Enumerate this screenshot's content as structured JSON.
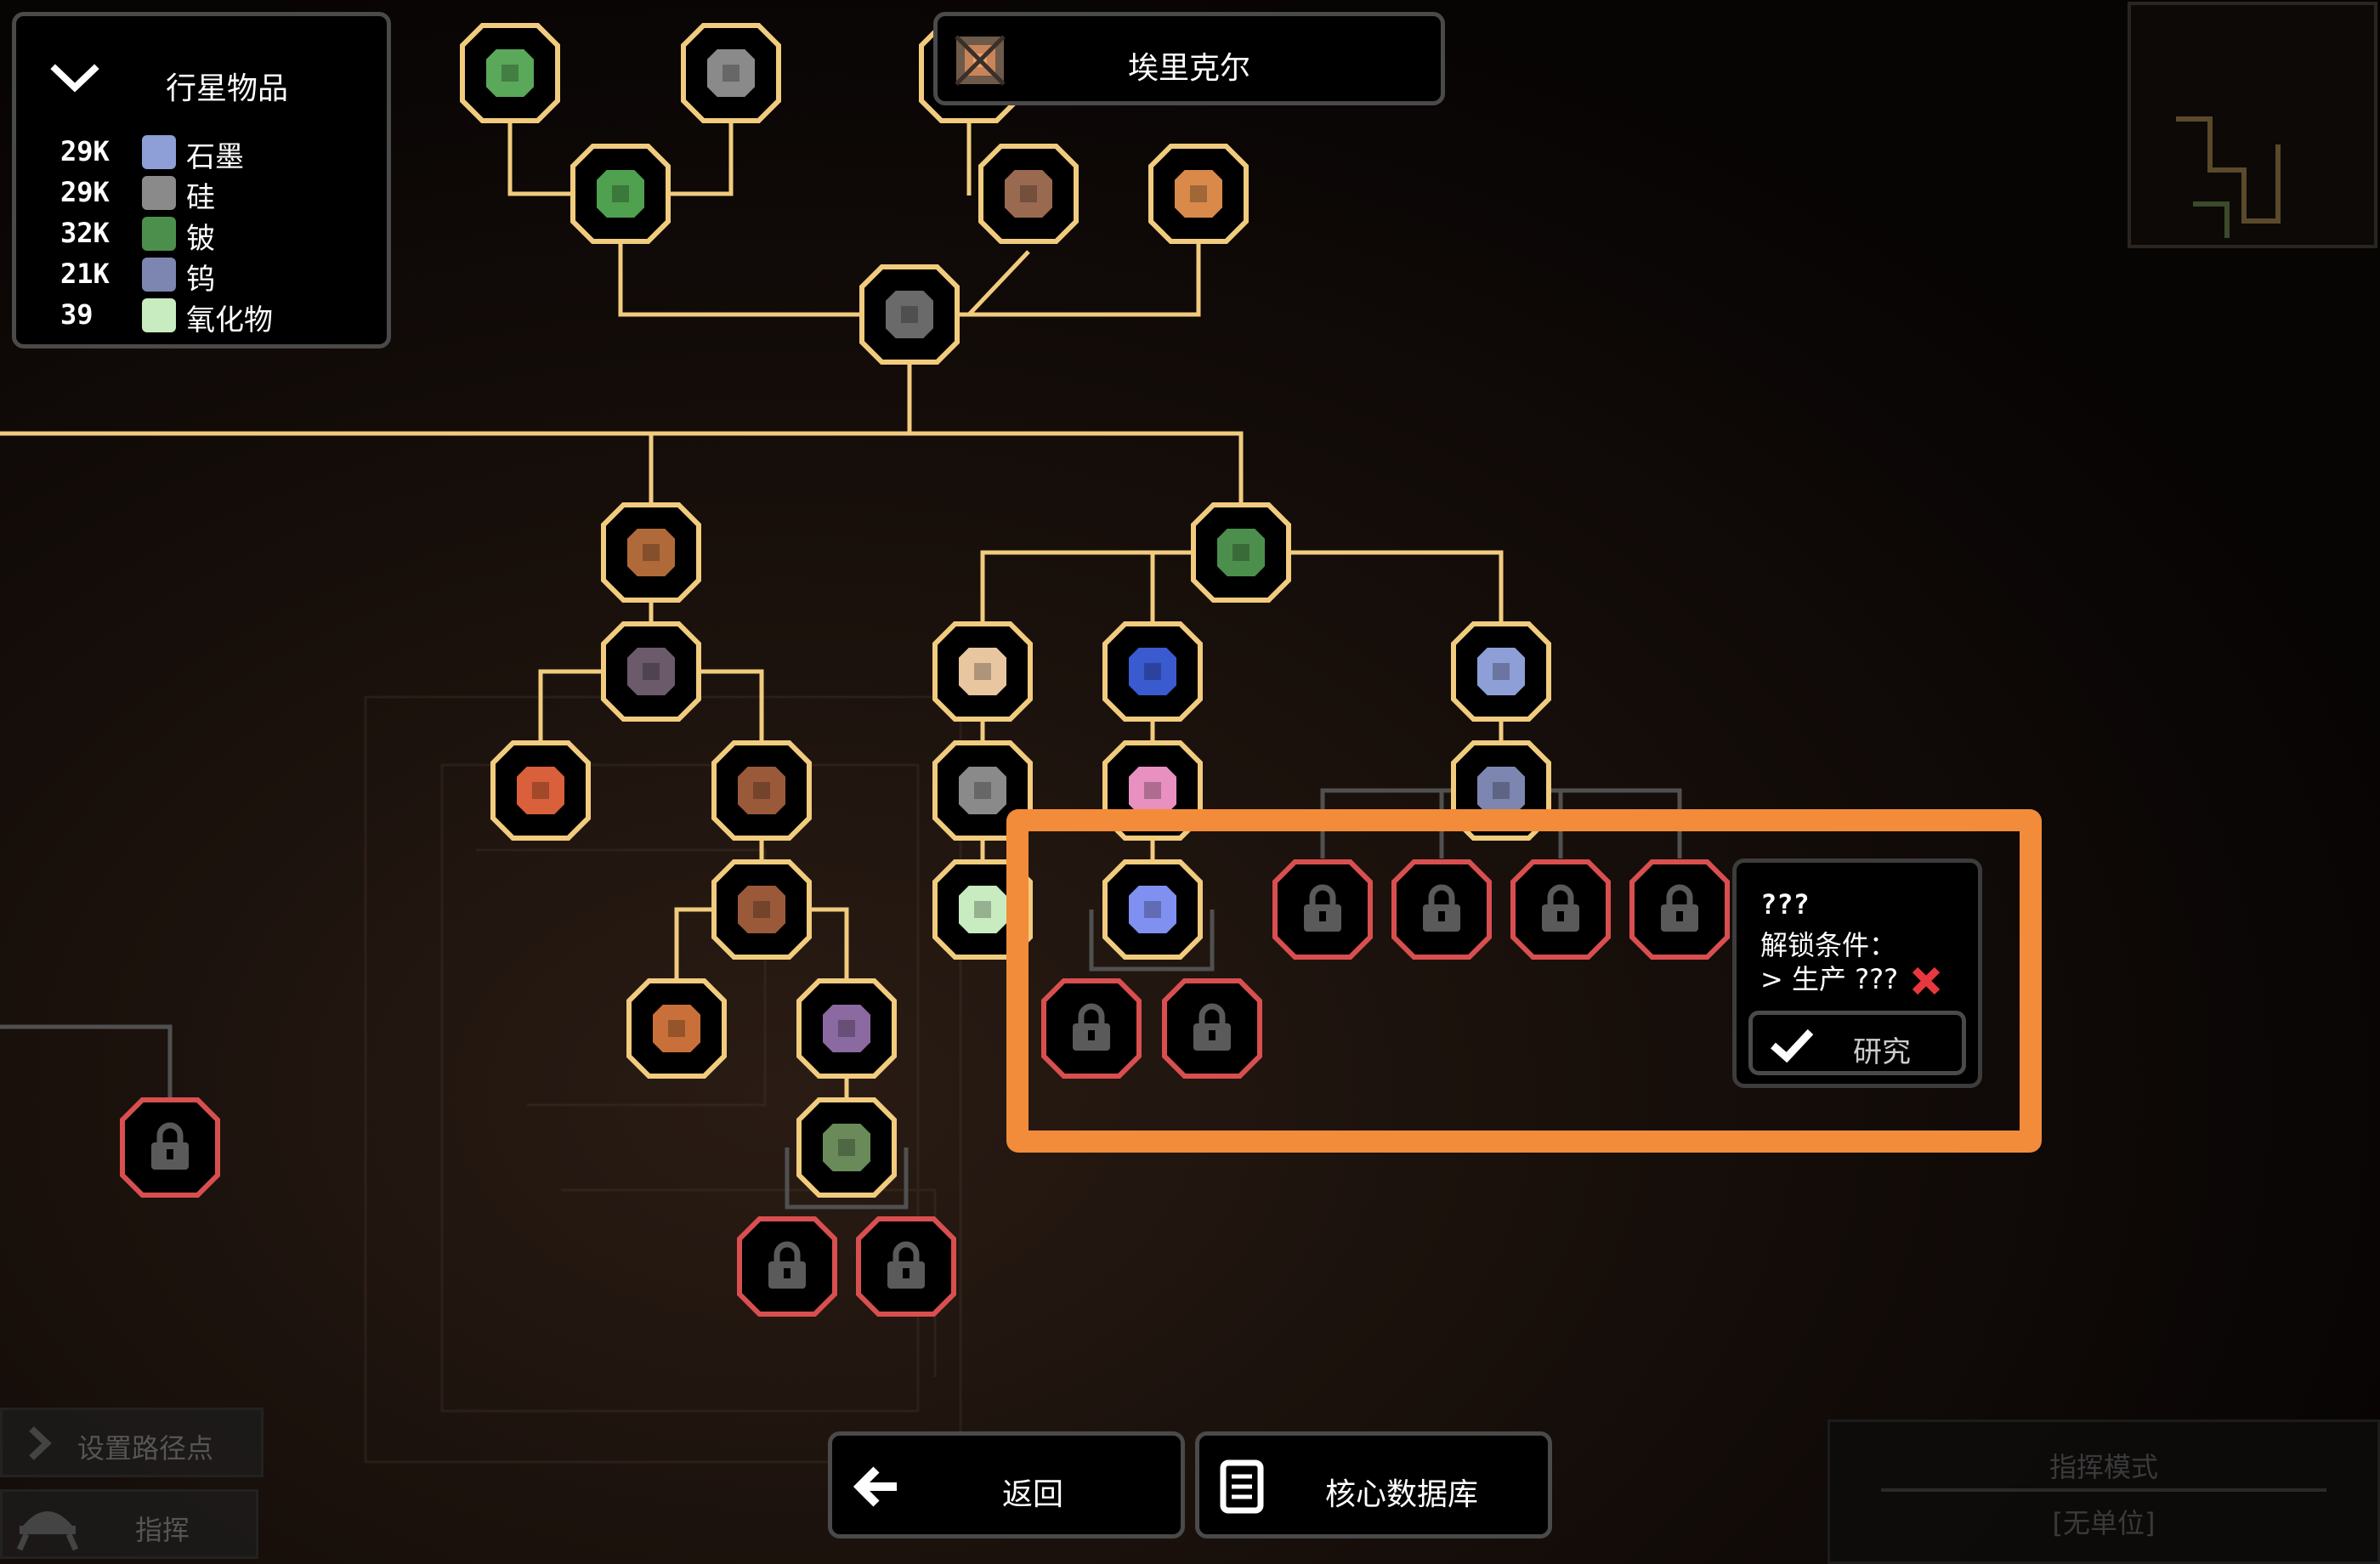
{
  "planet_items": {
    "title": "行星物品",
    "items": [
      {
        "count": "29K",
        "name": "石墨",
        "icon": "graphite-icon",
        "color": "#8e9ed6"
      },
      {
        "count": "29K",
        "name": "硅",
        "icon": "silicon-icon",
        "color": "#8a8a8a"
      },
      {
        "count": "32K",
        "name": "铍",
        "icon": "beryllium-icon",
        "color": "#4c8f4c"
      },
      {
        "count": "21K",
        "name": "钨",
        "icon": "tungsten-icon",
        "color": "#7c86b0"
      },
      {
        "count": "39",
        "name": "氧化物",
        "icon": "oxide-icon",
        "color": "#c8ecc0"
      }
    ]
  },
  "planet_header": {
    "name": "埃里克尔",
    "icon": "erekir-planet-icon"
  },
  "tooltip": {
    "title": "???",
    "unlock_label": "解锁条件：",
    "requirement": "> 生产 ???",
    "research_label": "研究",
    "status_icon": "red-x-icon"
  },
  "bottom_bar": {
    "back_label": "返回",
    "database_label": "核心数据库"
  },
  "waypoint": {
    "label": "设置路径点"
  },
  "command": {
    "label": "指挥"
  },
  "command_mode": {
    "title": "指挥模式",
    "subtitle": "[无单位]"
  },
  "colors": {
    "node_border": "#f1cb7e",
    "locked_border": "#d94f4f",
    "highlight": "#f28c3a",
    "line": "#f1cb7e",
    "locked_line": "#505050"
  },
  "research_nodes": [
    {
      "name": "tech-node-green-frame",
      "icon": "green-frame-icon",
      "state": "unlocked"
    },
    {
      "name": "tech-node-gray-frame",
      "icon": "gray-frame-icon",
      "state": "unlocked"
    },
    {
      "name": "tech-node-orange-circuit",
      "icon": "orange-circuit-icon",
      "state": "unlocked"
    },
    {
      "name": "tech-node-green-block",
      "icon": "green-block-icon",
      "state": "unlocked"
    },
    {
      "name": "tech-node-brown-wing",
      "icon": "brown-wing-icon",
      "state": "unlocked"
    },
    {
      "name": "tech-node-eye-drone",
      "icon": "eye-drone-icon",
      "state": "unlocked"
    },
    {
      "name": "tech-node-core",
      "icon": "core-icon",
      "state": "unlocked"
    },
    {
      "name": "tech-node-copper-bird",
      "icon": "copper-bird-icon",
      "state": "unlocked"
    },
    {
      "name": "tech-node-beryllium",
      "icon": "beryllium-icon",
      "state": "unlocked"
    },
    {
      "name": "tech-node-purple-shield",
      "icon": "purple-shield-icon",
      "state": "unlocked"
    },
    {
      "name": "tech-node-sand",
      "icon": "sand-icon",
      "state": "unlocked"
    },
    {
      "name": "tech-node-water",
      "icon": "water-drop-icon",
      "state": "unlocked"
    },
    {
      "name": "tech-node-graphite",
      "icon": "graphite-icon",
      "state": "unlocked"
    },
    {
      "name": "tech-node-red-ring",
      "icon": "red-ring-icon",
      "state": "unlocked"
    },
    {
      "name": "tech-node-flower-a",
      "icon": "flower-icon",
      "state": "unlocked"
    },
    {
      "name": "tech-node-silicon",
      "icon": "silicon-icon",
      "state": "unlocked"
    },
    {
      "name": "tech-node-pink-swirl",
      "icon": "pink-swirl-icon",
      "state": "unlocked"
    },
    {
      "name": "tech-node-tungsten",
      "icon": "tungsten-icon",
      "state": "unlocked"
    },
    {
      "name": "tech-node-flower-b",
      "icon": "flower-icon",
      "state": "unlocked"
    },
    {
      "name": "tech-node-oxide",
      "icon": "oxide-icon",
      "state": "unlocked"
    },
    {
      "name": "tech-node-blue-swirl",
      "icon": "blue-swirl-icon",
      "state": "unlocked"
    },
    {
      "name": "tech-node-orange-bug",
      "icon": "orange-bug-icon",
      "state": "unlocked"
    },
    {
      "name": "tech-node-purple-bug",
      "icon": "purple-bug-icon",
      "state": "unlocked"
    },
    {
      "name": "tech-node-green-bug",
      "icon": "green-bug-icon",
      "state": "unlocked"
    }
  ],
  "locked_nodes": [
    {
      "name": "locked-node-left",
      "icon": "lock-icon",
      "state": "locked"
    },
    {
      "name": "locked-node-1",
      "icon": "lock-icon",
      "state": "locked"
    },
    {
      "name": "locked-node-2",
      "icon": "lock-icon",
      "state": "locked"
    },
    {
      "name": "locked-node-3",
      "icon": "lock-icon",
      "state": "locked"
    },
    {
      "name": "locked-node-4",
      "icon": "lock-icon",
      "state": "locked"
    },
    {
      "name": "locked-node-5",
      "icon": "lock-icon",
      "state": "locked"
    },
    {
      "name": "locked-node-6",
      "icon": "lock-icon",
      "state": "locked"
    },
    {
      "name": "locked-node-7",
      "icon": "lock-icon",
      "state": "locked"
    },
    {
      "name": "locked-node-8",
      "icon": "lock-icon",
      "state": "locked"
    }
  ]
}
